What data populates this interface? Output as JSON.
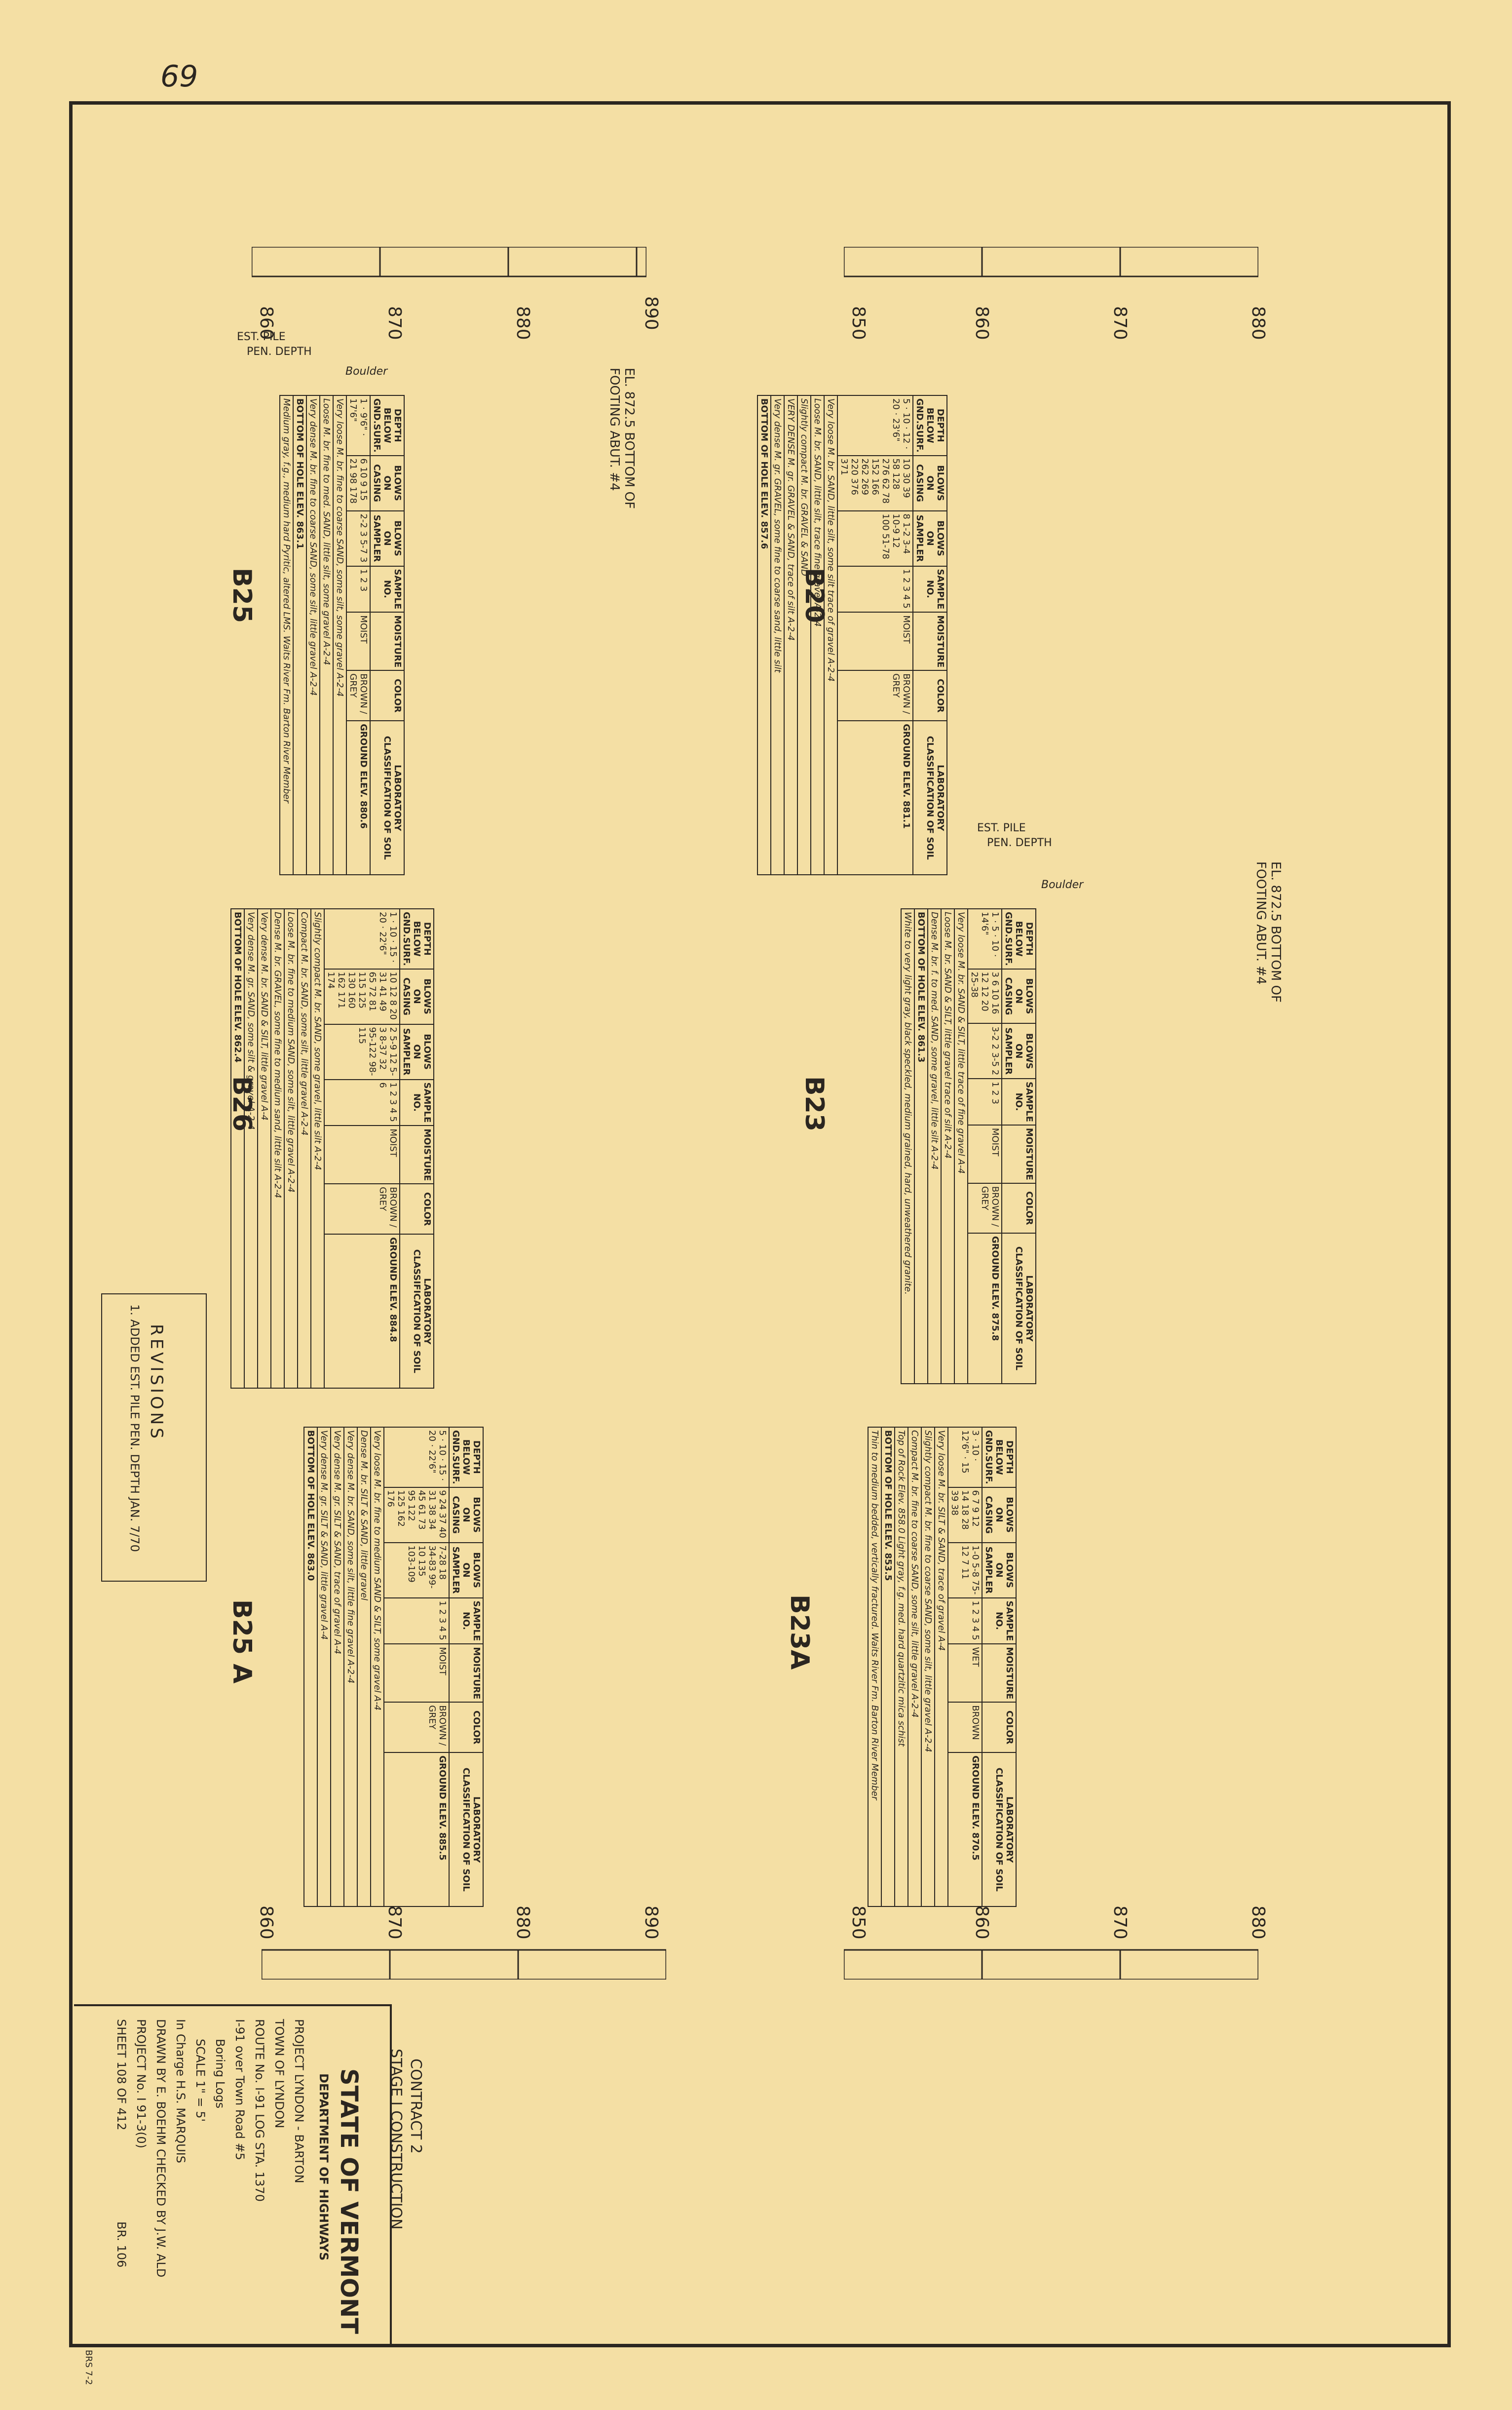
{
  "corner_note": "69",
  "scales": {
    "top_left": [
      "860",
      "870",
      "880",
      "890"
    ],
    "top_right": [
      "850",
      "860",
      "870",
      "880"
    ],
    "bottom_left": [
      "860",
      "870",
      "880",
      "890"
    ],
    "bottom_right": [
      "850",
      "860",
      "870",
      "880"
    ]
  },
  "header_labels": {
    "depth": "DEPTH BELOW GND.SURF.",
    "blows_casing": "BLOWS ON CASING",
    "blows_sampler": "BLOWS ON SAMPLER",
    "sample_no": "SAMPLE NO.",
    "moisture": "MOISTURE",
    "color": "COLOR",
    "lab_class": "LABORATORY CLASSIFICATION OF SOIL"
  },
  "annotations": {
    "bottom_of_footing": "EL. 872.5 BOTTOM OF FOOTING ABUT. #4",
    "est_pile": "EST. PILE",
    "pen_depth": "PEN. DEPTH",
    "boulder": "Boulder"
  },
  "borings": [
    {
      "id": "B20",
      "ground_elev": "GROUND ELEV. 881.1",
      "depths": [
        "5",
        "10",
        "12",
        "20",
        "23'6\""
      ],
      "casing": [
        "10",
        "30",
        "39",
        "58",
        "128",
        "276",
        "62",
        "78",
        "152",
        "166",
        "262",
        "269",
        "220",
        "376",
        "371"
      ],
      "sampler": [
        "8",
        "1-2",
        "3-4",
        "10-9",
        "12",
        "100",
        "51-78"
      ],
      "samples": [
        "1",
        "2",
        "3",
        "4",
        "5"
      ],
      "moisture": "MOIST",
      "colors": [
        "BROWN",
        "GREY"
      ],
      "strata": [
        "Very loose M. br. SAND, little silt, some silt trace of gravel A-2-4",
        "Loose M. br. SAND, little silt, trace fine gravel A-2-4",
        "Slightly compact M. br. GRAVEL & SAND",
        "VERY DENSE M. gr. GRAVEL & SAND, trace of silt A-2-4",
        "Very dense M. gr. GRAVEL, some fine to coarse sand, little silt"
      ],
      "bottom": "BOTTOM OF HOLE ELEV. 857.6"
    },
    {
      "id": "B25",
      "ground_elev": "GROUND ELEV. 880.6",
      "depths": [
        "1",
        "9'6\"",
        "17'6\""
      ],
      "casing": [
        "6",
        "10",
        "9",
        "15",
        "21",
        "98",
        "178"
      ],
      "sampler": [
        "2-2",
        "3",
        "5-7",
        "3"
      ],
      "samples": [
        "1",
        "2",
        "3"
      ],
      "moisture": "MOIST",
      "colors": [
        "BROWN",
        "GREY"
      ],
      "strata": [
        "Very loose M. br. fine to coarse SAND, some silt, some gravel A-2-4",
        "Loose M. br. fine to med. SAND, little silt, some gravel A-2-4",
        "Very dense M. br. fine to coarse SAND, some silt, little gravel A-2-4"
      ],
      "bottom": "BOTTOM OF HOLE ELEV. 863.1",
      "rock_note": "Medium gray, f.g., medium hard Pyritic, altered LMS. Waits River Fm. Barton River Member"
    },
    {
      "id": "B23",
      "ground_elev": "GROUND ELEV. 875.8",
      "depths": [
        "1",
        "5",
        "10",
        "14'6\""
      ],
      "casing": [
        "3",
        "6",
        "10",
        "16",
        "12",
        "12",
        "20",
        "25-38"
      ],
      "sampler": [
        "3-2",
        "2",
        "3-5",
        "2"
      ],
      "samples": [
        "1",
        "2",
        "3"
      ],
      "moisture": "MOIST",
      "colors": [
        "BROWN",
        "GREY"
      ],
      "strata": [
        "Very loose M. br. SAND & SILT, little trace of fine gravel A-4",
        "Loose M. br. SAND & SILT, little gravel trace of silt A-2-4",
        "Dense M. br. f. to med. SAND, some gravel, little silt A-2-4"
      ],
      "bottom": "BOTTOM OF HOLE ELEV. 861.3",
      "rock_note": "White to very light gray, black speckled, medium grained, hard, unweathered granite."
    },
    {
      "id": "B26",
      "ground_elev": "GROUND ELEV. 884.8",
      "depths": [
        "1",
        "10",
        "15",
        "20",
        "22'6\""
      ],
      "casing": [
        "10",
        "12",
        "8",
        "20",
        "31",
        "41",
        "49",
        "65",
        "72",
        "81",
        "115",
        "125",
        "130",
        "160",
        "162",
        "171",
        "174"
      ],
      "sampler": [
        "2",
        "5-9",
        "12",
        "5-3",
        "8-37",
        "32",
        "95-122",
        "98-115"
      ],
      "samples": [
        "1",
        "2",
        "3",
        "4",
        "5",
        "6"
      ],
      "moisture": "MOIST",
      "colors": [
        "BROWN",
        "GREY"
      ],
      "strata": [
        "Slightly compact M. br. SAND, some gravel, little silt A-2-4",
        "Compact M. br. SAND, some silt, little gravel A-2-4",
        "Loose M. br. fine to medium SAND, some silt, little gravel A-2-4",
        "Dense M. br. GRAVEL, some fine to medium sand, little silt A-2-4",
        "Very dense M. br. SAND & SILT, little gravel A-4",
        "Very dense M. gr. SAND, some silt & gravel A-2-4"
      ],
      "bottom": "BOTTOM OF HOLE ELEV. 862.4"
    },
    {
      "id": "B23A",
      "ground_elev": "GROUND ELEV. 870.5",
      "depths": [
        "3",
        "10",
        "12'6\"",
        "15"
      ],
      "casing": [
        "6",
        "7",
        "9",
        "12",
        "14",
        "18",
        "28",
        "39",
        "38"
      ],
      "sampler": [
        "1-0",
        "5-8",
        "75-12",
        "7",
        "11"
      ],
      "samples": [
        "1",
        "2",
        "3",
        "4",
        "5"
      ],
      "moisture": "WET",
      "colors": [
        "BROWN"
      ],
      "strata": [
        "Very loose M. br. SILT & SAND, trace of gravel A-4",
        "Slightly compact M. br. fine to coarse SAND, some silt, little gravel A-2-4",
        "Compact M. br. fine to coarse SAND, some silt, little gravel A-2-4",
        "Top of Rock Elev. 858.0 Light gray, f.g. med. hard quartzitic mica schist"
      ],
      "bottom": "BOTTOM OF HOLE ELEV. 853.5",
      "rock_note": "Thin to medium bedded, vertically fractured. Waits River Fm. Barton River Member"
    },
    {
      "id": "B25 A",
      "ground_elev": "GROUND ELEV. 885.5",
      "depths": [
        "5",
        "10",
        "15",
        "20",
        "22'6\""
      ],
      "casing": [
        "9",
        "24",
        "37",
        "40",
        "31",
        "38",
        "34",
        "45",
        "61",
        "73",
        "95",
        "122",
        "125",
        "162",
        "176"
      ],
      "sampler": [
        "7-28",
        "18",
        "34-83",
        "99-10",
        "135",
        "103-109"
      ],
      "samples": [
        "1",
        "2",
        "3",
        "4",
        "5"
      ],
      "moisture": "MOIST",
      "colors": [
        "BROWN",
        "GREY"
      ],
      "strata": [
        "Very loose M. br. fine to medium SAND & SILT, some gravel A-4",
        "Dense M. br. SILT & SAND, little gravel",
        "Very dense M. br. SAND, some silt, little fine gravel A-2-4",
        "Very dense M. gr. SILT & SAND, trace of gravel A-4",
        "Very dense M. gr. SILT & SAND, little gravel A-4"
      ],
      "bottom": "BOTTOM OF HOLE ELEV. 863.0"
    }
  ],
  "revisions": {
    "title": "REVISIONS",
    "item": "1. ADDED EST. PILE PEN. DEPTH JAN. 7/70"
  },
  "title_block": {
    "contract": "CONTRACT 2",
    "stage": "STAGE I CONSTRUCTION",
    "state": "STATE OF VERMONT",
    "dept": "DEPARTMENT OF HIGHWAYS",
    "project": "PROJECT  LYNDON - BARTON",
    "town": "TOWN OF  LYNDON",
    "route": "ROUTE No. I-91   LOG STA. 1370",
    "desc1": "I-91 over Town Road #5",
    "desc2": "Boring Logs",
    "scale": "SCALE  1\" = 5'",
    "in_charge": "In Charge  H.S. MARQUIS",
    "drawn": "DRAWN BY  E. BOEHM   CHECKED BY  J.W. ALD",
    "project_no": "PROJECT No. I 91-3(0)",
    "sheet": "SHEET 108  OF 412",
    "bridge": "BR. 106",
    "corner": "BRS 7-2"
  }
}
